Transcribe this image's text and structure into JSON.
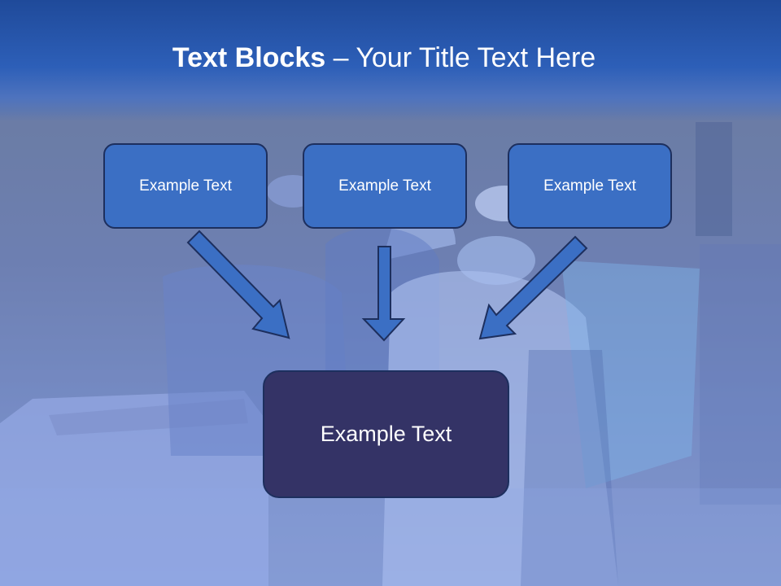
{
  "title": {
    "bold": "Text Blocks",
    "rest": " – Your Title Text Here"
  },
  "boxes": [
    {
      "label": "Example Text"
    },
    {
      "label": "Example Text"
    },
    {
      "label": "Example Text"
    }
  ],
  "main_box": {
    "label": "Example Text"
  },
  "colors": {
    "box_fill": "#3b6fc4",
    "main_box_fill": "#343366",
    "box_border": "#1d2f5e",
    "arrow_fill": "#3b6fc4",
    "header": "#2d5fb8"
  }
}
